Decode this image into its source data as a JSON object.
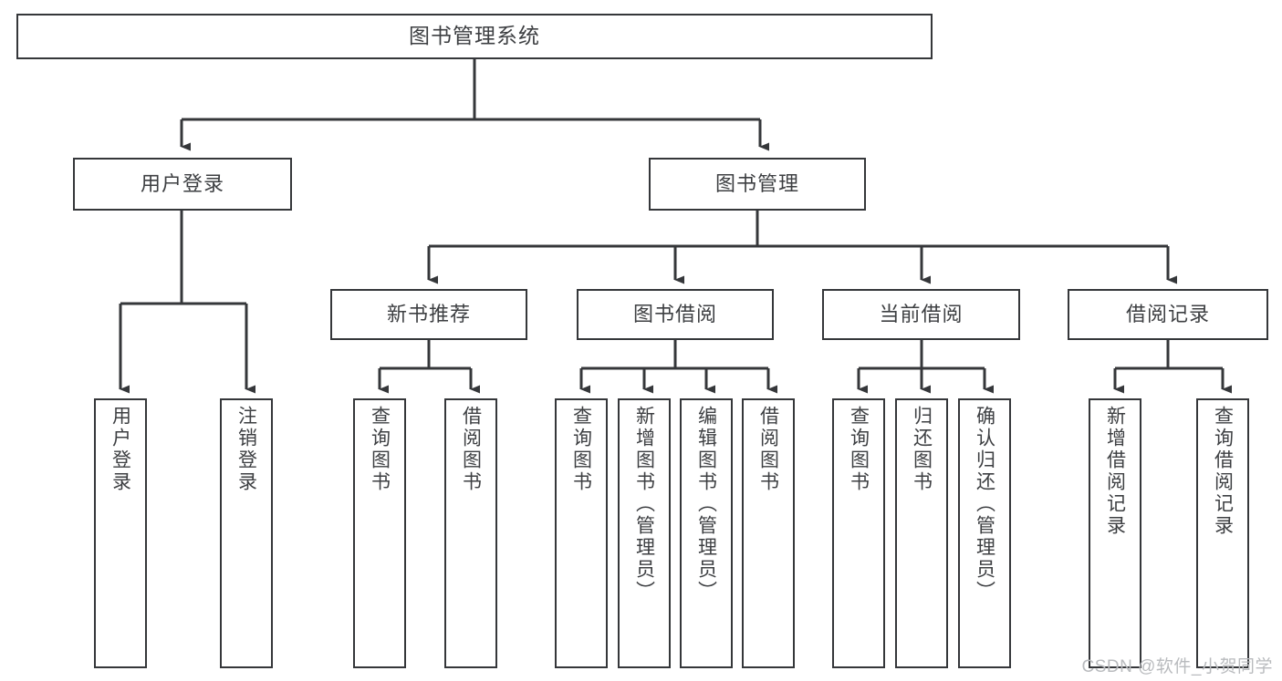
{
  "diagram": {
    "type": "tree-hierarchy",
    "title": "图书管理系统",
    "colors": {
      "box_border": "#35373a",
      "box_fill": "#ffffff",
      "connector": "#35373a",
      "text": "#3d3f42",
      "watermark": "#b9bbbe",
      "background": "#ffffff"
    },
    "root": {
      "label": "图书管理系统"
    },
    "level2": [
      {
        "label": "用户登录"
      },
      {
        "label": "图书管理"
      }
    ],
    "level3": [
      {
        "label": "新书推荐"
      },
      {
        "label": "图书借阅"
      },
      {
        "label": "当前借阅"
      },
      {
        "label": "借阅记录"
      }
    ],
    "leaves": {
      "user_login": [
        {
          "label": "用户登录"
        },
        {
          "label": "注销登录"
        }
      ],
      "new_book": [
        {
          "label": "查询图书"
        },
        {
          "label": "借阅图书"
        }
      ],
      "book_borrow": [
        {
          "label": "查询图书"
        },
        {
          "label": "新增图书（管理员）"
        },
        {
          "label": "编辑图书（管理员）"
        },
        {
          "label": "借阅图书"
        }
      ],
      "current_borrow": [
        {
          "label": "查询图书"
        },
        {
          "label": "归还图书"
        },
        {
          "label": "确认归还（管理员）"
        }
      ],
      "borrow_record": [
        {
          "label": "新增借阅记录"
        },
        {
          "label": "查询借阅记录"
        }
      ]
    }
  },
  "watermark": {
    "text": "CSDN @软件_小贺同学"
  }
}
